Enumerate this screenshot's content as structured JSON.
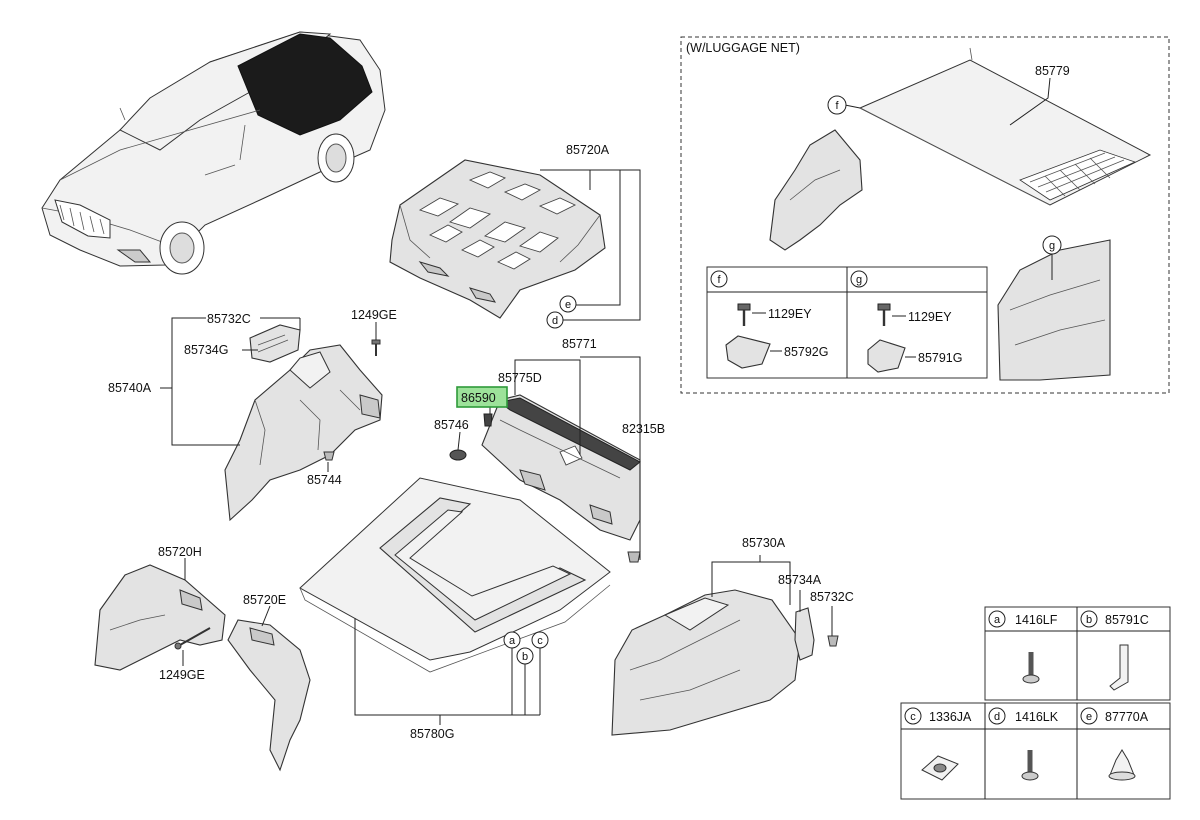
{
  "inset_title": "(W/LUGGAGE NET)",
  "labels": {
    "p85720A": "85720A",
    "p85771": "85771",
    "p85775D": "85775D",
    "p86590": "86590",
    "p85746": "85746",
    "p82315B": "82315B",
    "p85732C_left": "85732C",
    "p85734G": "85734G",
    "p85740A": "85740A",
    "p1249GE_top": "1249GE",
    "p85744": "85744",
    "p85720H": "85720H",
    "p85720E": "85720E",
    "p1249GE_bottom": "1249GE",
    "p85780G": "85780G",
    "p85730A": "85730A",
    "p85734A": "85734A",
    "p85732C_right": "85732C",
    "p85779": "85779"
  },
  "callouts": {
    "a": "a",
    "b": "b",
    "c": "c",
    "d": "d",
    "e": "e",
    "f": "f",
    "g": "g"
  },
  "detail_f": {
    "key": "f",
    "bolt": "1129EY",
    "bracket": "85792G"
  },
  "detail_g": {
    "key": "g",
    "bolt": "1129EY",
    "bracket": "85791G"
  },
  "legend": [
    {
      "key": "a",
      "part": "1416LF"
    },
    {
      "key": "b",
      "part": "85791C"
    },
    {
      "key": "c",
      "part": "1336JA"
    },
    {
      "key": "d",
      "part": "1416LK"
    },
    {
      "key": "e",
      "part": "87770A"
    }
  ],
  "highlight_color": "#9de29a",
  "icons": [
    "car-icon",
    "bolt-icon",
    "clip-icon",
    "nut-icon",
    "bracket-icon"
  ]
}
